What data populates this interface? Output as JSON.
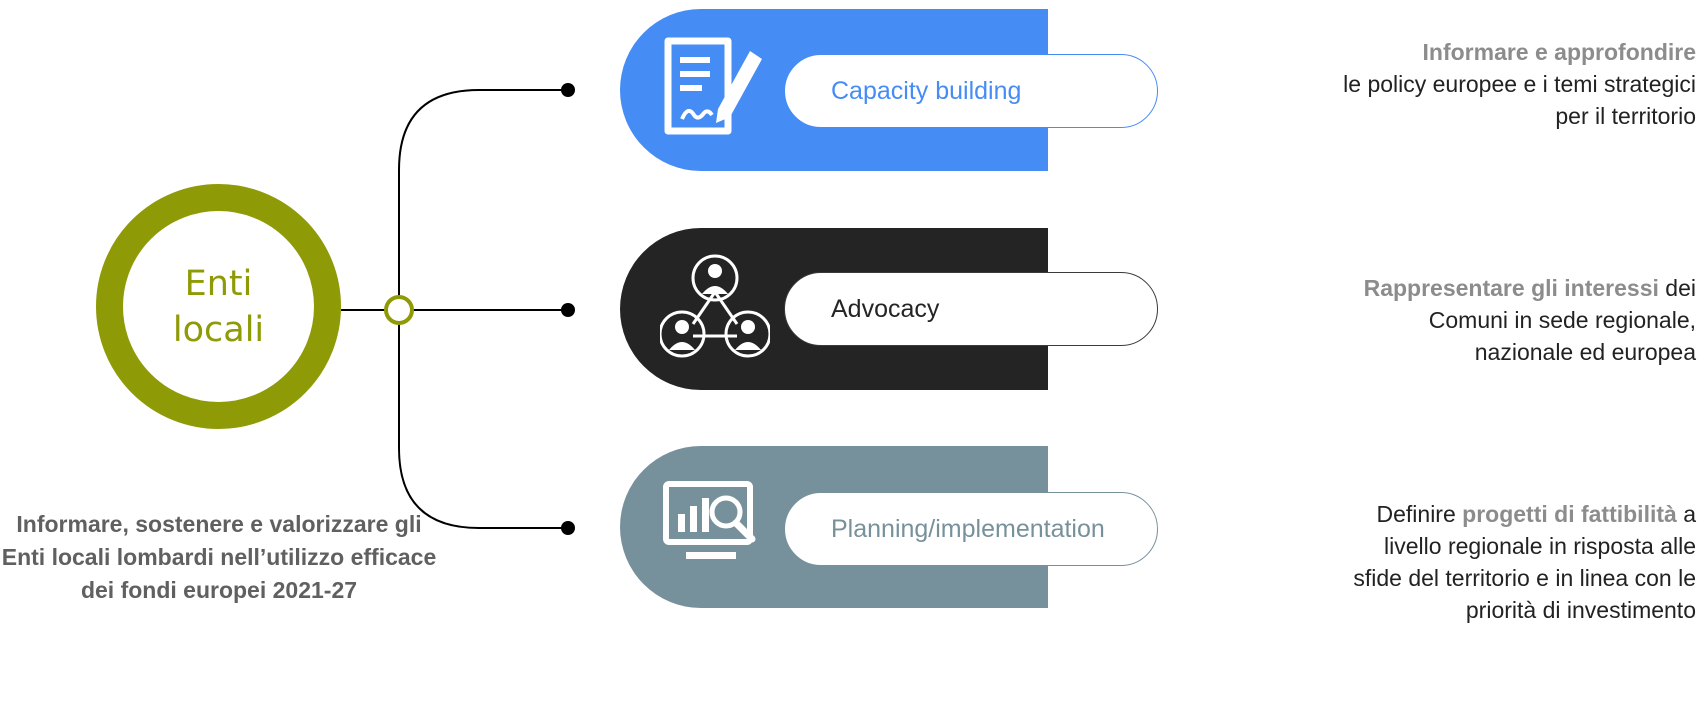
{
  "hub": {
    "label": "Enti\nlocali"
  },
  "mission": "Informare, sostenere e valorizzare gli Enti locali lombardi nell’utilizzo efficace dei fondi europei 2021-27",
  "items": [
    {
      "label": "Capacity building",
      "icon": "document-signature-icon",
      "color": "#458cf5",
      "desc_highlight": "Informare e approfondire",
      "desc_text": "le policy europee e i temi strategici per il territorio"
    },
    {
      "label": "Advocacy",
      "icon": "people-network-icon",
      "color": "#242424",
      "desc_highlight": "Rappresentare gli interessi",
      "desc_text": "dei Comuni in sede regionale, nazionale ed europea"
    },
    {
      "label": "Planning/implementation",
      "icon": "monitor-analytics-icon",
      "color": "#77919c",
      "desc_pre": "Definire",
      "desc_highlight": "progetti di fattibilità",
      "desc_text": "a livello regionale in risposta alle sfide del territorio e in linea con le priorità di investimento"
    }
  ],
  "colors": {
    "accent": "#8f9a07",
    "highlight_text": "#8c8c8c"
  }
}
